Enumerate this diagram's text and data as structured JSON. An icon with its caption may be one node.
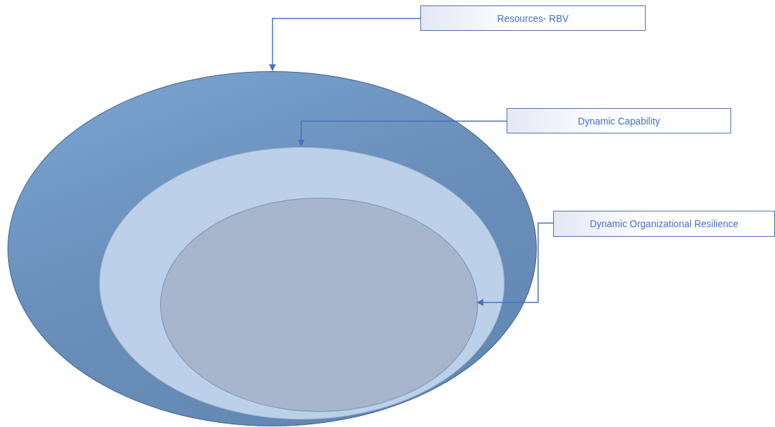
{
  "diagram": {
    "nodes": [
      {
        "text": [
          "Resources- RBV"
        ]
      },
      {
        "text": [
          "Dynamic Capability"
        ]
      },
      {
        "text": [
          "Dynamic Organizational Resilience"
        ]
      },
      {
        "text": [],
        "shape": "ellipse"
      },
      {
        "text": [],
        "shape": "ellipse",
        "in": 3
      },
      {
        "text": [],
        "shape": "ellipse",
        "in": 4
      }
    ],
    "edges": [
      {
        "from": 0,
        "to": 3,
        "arrow": "to"
      },
      {
        "from": 1,
        "to": 4,
        "arrow": "to"
      },
      {
        "from": 2,
        "to": 5,
        "arrow": "to"
      }
    ]
  }
}
